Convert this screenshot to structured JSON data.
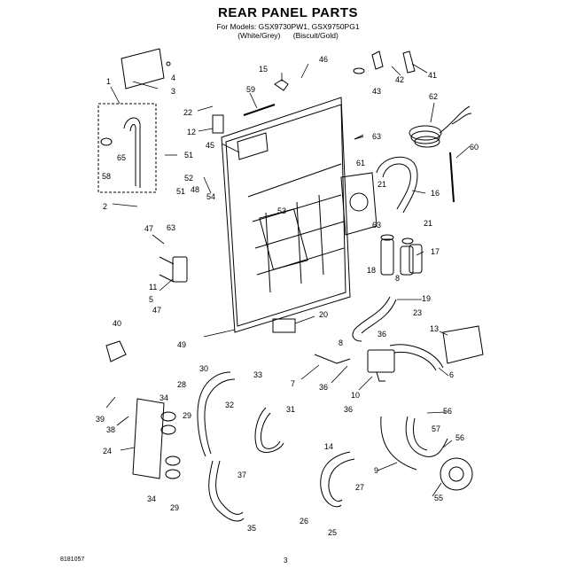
{
  "title": "REAR PANEL PARTS",
  "subtitle": "For Models: GSX9730PW1, GSX9750PG1",
  "variants": [
    "(White/Grey)",
    "(Biscuit/Gold)"
  ],
  "footer": {
    "code": "8181057",
    "page": "3"
  },
  "callouts": [
    {
      "id": "c46",
      "text": "46"
    },
    {
      "id": "c15",
      "text": "15"
    },
    {
      "id": "c42",
      "text": "42"
    },
    {
      "id": "c41",
      "text": "41"
    },
    {
      "id": "c4",
      "text": "4"
    },
    {
      "id": "c1",
      "text": "1"
    },
    {
      "id": "c3",
      "text": "3"
    },
    {
      "id": "c59",
      "text": "59"
    },
    {
      "id": "c43",
      "text": "43"
    },
    {
      "id": "c62",
      "text": "62"
    },
    {
      "id": "c22",
      "text": "22"
    },
    {
      "id": "c12",
      "text": "12"
    },
    {
      "id": "c45",
      "text": "45"
    },
    {
      "id": "c63a",
      "text": "63"
    },
    {
      "id": "c60",
      "text": "60"
    },
    {
      "id": "c65",
      "text": "65"
    },
    {
      "id": "c51a",
      "text": "51"
    },
    {
      "id": "c61",
      "text": "61"
    },
    {
      "id": "c58",
      "text": "58"
    },
    {
      "id": "c52",
      "text": "52"
    },
    {
      "id": "c51b",
      "text": "51"
    },
    {
      "id": "c48",
      "text": "48"
    },
    {
      "id": "c54",
      "text": "54"
    },
    {
      "id": "c21a",
      "text": "21"
    },
    {
      "id": "c16",
      "text": "16"
    },
    {
      "id": "c2",
      "text": "2"
    },
    {
      "id": "c53",
      "text": "53"
    },
    {
      "id": "c63b",
      "text": "63"
    },
    {
      "id": "c21b",
      "text": "21"
    },
    {
      "id": "c47a",
      "text": "47"
    },
    {
      "id": "c63c",
      "text": "63"
    },
    {
      "id": "c18",
      "text": "18"
    },
    {
      "id": "c17",
      "text": "17"
    },
    {
      "id": "c11",
      "text": "11"
    },
    {
      "id": "c5",
      "text": "5"
    },
    {
      "id": "c8a",
      "text": "8"
    },
    {
      "id": "c19",
      "text": "19"
    },
    {
      "id": "c47b",
      "text": "47"
    },
    {
      "id": "c23",
      "text": "23"
    },
    {
      "id": "c20",
      "text": "20"
    },
    {
      "id": "c40",
      "text": "40"
    },
    {
      "id": "c13",
      "text": "13"
    },
    {
      "id": "c49",
      "text": "49"
    },
    {
      "id": "c8b",
      "text": "8"
    },
    {
      "id": "c36a",
      "text": "36"
    },
    {
      "id": "c30",
      "text": "30"
    },
    {
      "id": "c6",
      "text": "6"
    },
    {
      "id": "c7",
      "text": "7"
    },
    {
      "id": "c36b",
      "text": "36"
    },
    {
      "id": "c33",
      "text": "33"
    },
    {
      "id": "c28",
      "text": "28"
    },
    {
      "id": "c10",
      "text": "10"
    },
    {
      "id": "c34a",
      "text": "34"
    },
    {
      "id": "c32",
      "text": "32"
    },
    {
      "id": "c31",
      "text": "31"
    },
    {
      "id": "c36c",
      "text": "36"
    },
    {
      "id": "c56a",
      "text": "56"
    },
    {
      "id": "c39",
      "text": "39"
    },
    {
      "id": "c29a",
      "text": "29"
    },
    {
      "id": "c38",
      "text": "38"
    },
    {
      "id": "c57",
      "text": "57"
    },
    {
      "id": "c14",
      "text": "14"
    },
    {
      "id": "c56b",
      "text": "56"
    },
    {
      "id": "c24",
      "text": "24"
    },
    {
      "id": "c37",
      "text": "37"
    },
    {
      "id": "c9",
      "text": "9"
    },
    {
      "id": "c27",
      "text": "27"
    },
    {
      "id": "c34b",
      "text": "34"
    },
    {
      "id": "c29b",
      "text": "29"
    },
    {
      "id": "c55",
      "text": "55"
    },
    {
      "id": "c26",
      "text": "26"
    },
    {
      "id": "c35",
      "text": "35"
    },
    {
      "id": "c25",
      "text": "25"
    }
  ]
}
